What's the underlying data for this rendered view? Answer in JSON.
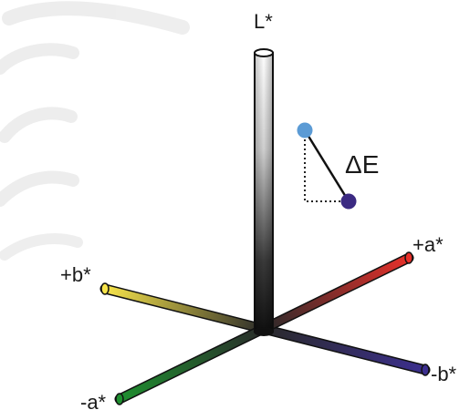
{
  "diagram": {
    "axis_labels": {
      "lightness": "L*",
      "plus_a": "+a*",
      "minus_a": "-a*",
      "plus_b": "+b*",
      "minus_b": "-b*"
    },
    "delta_label": "ΔE",
    "colors": {
      "plus_a_end": "#e8302a",
      "minus_a_end": "#1e8f2f",
      "plus_b_end": "#f7e44a",
      "minus_b_end": "#3c2f8f",
      "center": "#2a2a2a",
      "lightness_top": "#ffffff",
      "lightness_bottom": "#111111",
      "point_1": "#5b9bd5",
      "point_2": "#3b2a82",
      "background_swirl": "#ececec"
    },
    "points": [
      {
        "name": "color-point-1"
      },
      {
        "name": "color-point-2"
      }
    ]
  }
}
